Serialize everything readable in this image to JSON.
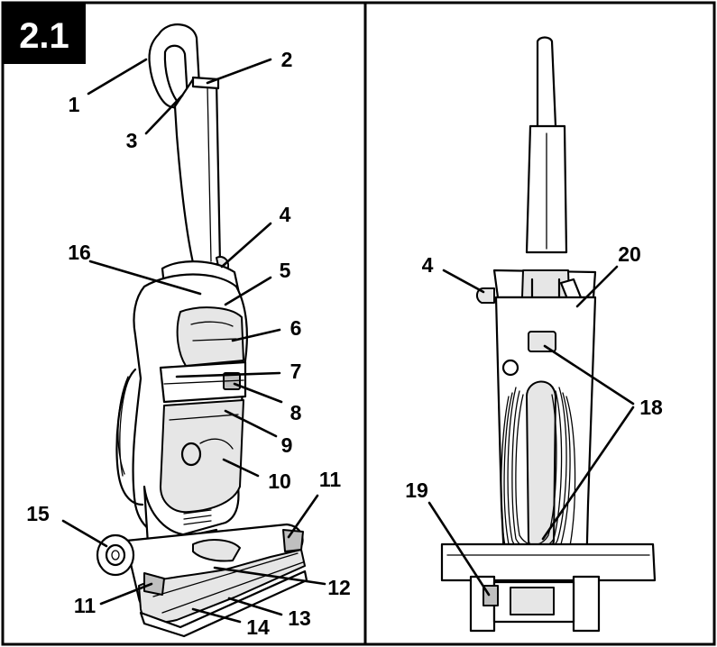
{
  "figure_label": "2.1",
  "panels": [
    {
      "id": "front",
      "callouts": [
        {
          "id": "c1",
          "text": "1"
        },
        {
          "id": "c2",
          "text": "2"
        },
        {
          "id": "c3",
          "text": "3"
        },
        {
          "id": "c4",
          "text": "4"
        },
        {
          "id": "c16",
          "text": "16"
        },
        {
          "id": "c5",
          "text": "5"
        },
        {
          "id": "c6",
          "text": "6"
        },
        {
          "id": "c7",
          "text": "7"
        },
        {
          "id": "c8",
          "text": "8"
        },
        {
          "id": "c9",
          "text": "9"
        },
        {
          "id": "c10",
          "text": "10"
        },
        {
          "id": "c11a",
          "text": "11"
        },
        {
          "id": "c15",
          "text": "15"
        },
        {
          "id": "c12",
          "text": "12"
        },
        {
          "id": "c11b",
          "text": "11"
        },
        {
          "id": "c13",
          "text": "13"
        },
        {
          "id": "c14",
          "text": "14"
        }
      ]
    },
    {
      "id": "back",
      "callouts": [
        {
          "id": "c4b",
          "text": "4"
        },
        {
          "id": "c20",
          "text": "20"
        },
        {
          "id": "c18",
          "text": "18"
        },
        {
          "id": "c19",
          "text": "19"
        }
      ]
    }
  ]
}
